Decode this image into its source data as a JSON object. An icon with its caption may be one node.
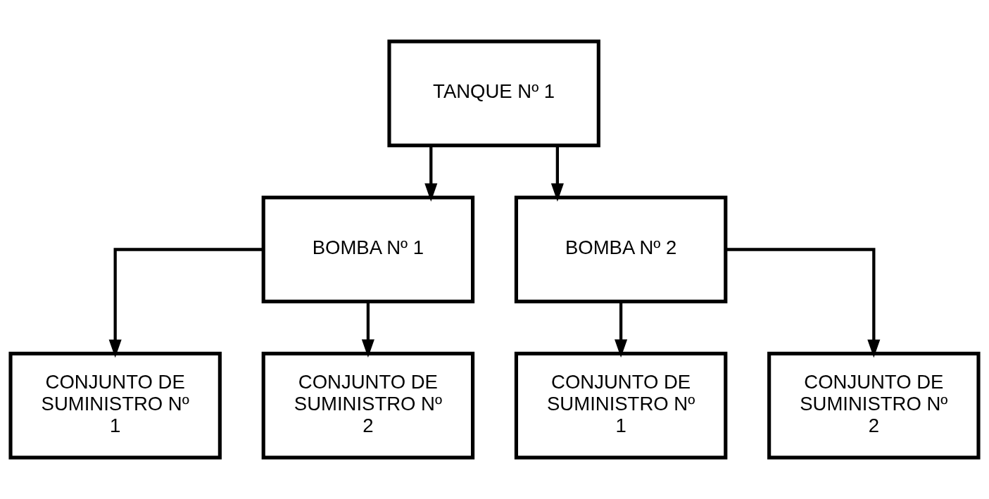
{
  "diagram": {
    "nodes": [
      {
        "text": [
          "TANQUE Nº 1"
        ]
      },
      {
        "text": [
          "BOMBA Nº 1"
        ]
      },
      {
        "text": [
          "BOMBA Nº 2"
        ]
      },
      {
        "text": [
          "CONJUNTO DE SUMINISTRO Nº 1"
        ]
      },
      {
        "text": [
          "CONJUNTO DE SUMINISTRO Nº 2"
        ]
      },
      {
        "text": [
          "CONJUNTO DE SUMINISTRO Nº 1"
        ]
      },
      {
        "text": [
          "CONJUNTO DE SUMINISTRO Nº 2"
        ]
      }
    ],
    "edges": [
      {
        "from": 0,
        "to": 1,
        "arrow": "to"
      },
      {
        "from": 0,
        "to": 2,
        "arrow": "to"
      },
      {
        "from": 1,
        "to": 3,
        "arrow": "to"
      },
      {
        "from": 1,
        "to": 4,
        "arrow": "to"
      },
      {
        "from": 2,
        "to": 5,
        "arrow": "to"
      },
      {
        "from": 2,
        "to": 6,
        "arrow": "to"
      }
    ]
  }
}
